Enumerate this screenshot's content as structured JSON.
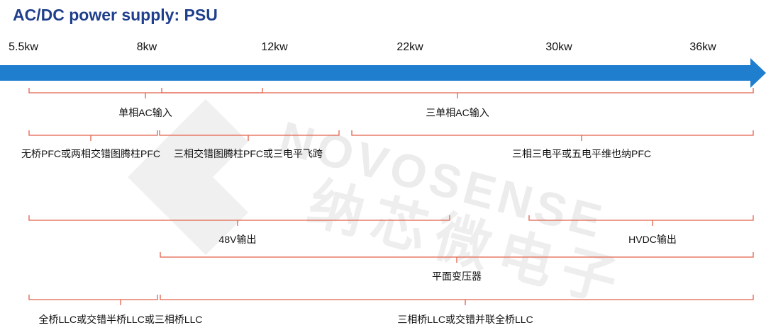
{
  "title": "AC/DC power supply: PSU",
  "axis": {
    "ticks": [
      "5.5kw",
      "8kw",
      "12kw",
      "22kw",
      "30kw",
      "36kw"
    ],
    "arrow_color": "#1f7fce"
  },
  "brace_color": "#e2624b",
  "watermark": {
    "text": "NOVOSENSE 纳芯微电子",
    "color": "#ececec"
  },
  "ranges": [
    {
      "label": "单相AC输入"
    },
    {
      "label": "三单相AC输入"
    },
    {
      "label": "无桥PFC或两相交错图腾柱PFC"
    },
    {
      "label": "三相交错图腾柱PFC或三电平飞跨"
    },
    {
      "label": "三相三电平或五电平维也纳PFC"
    },
    {
      "label": "48V输出"
    },
    {
      "label": "HVDC输出"
    },
    {
      "label": "平面变压器"
    },
    {
      "label": "全桥LLC或交错半桥LLC或三相桥LLC"
    },
    {
      "label": "三相桥LLC或交错并联全桥LLC"
    }
  ]
}
